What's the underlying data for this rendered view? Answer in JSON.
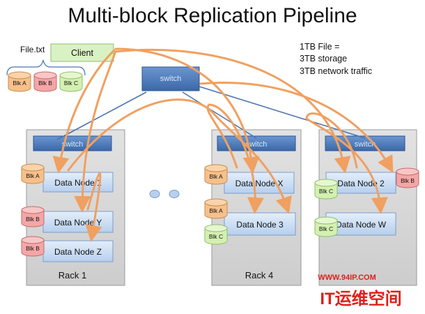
{
  "title": "Multi-block Replication Pipeline",
  "file_label": "File.txt",
  "client_label": "Client",
  "note_lines": [
    "1TB File =",
    "3TB storage",
    "3TB network traffic"
  ],
  "core_switch_label": "switch",
  "rack_switch_label": "switch",
  "file_blocks": [
    "Blk A",
    "Blk B",
    "Blk C"
  ],
  "racks": [
    {
      "name": "Rack 1",
      "nodes": [
        "Data Node 1",
        "Data Node Y",
        "Data Node Z"
      ],
      "blocks": [
        "Blk A",
        "Blk B",
        "Blk B"
      ]
    },
    {
      "name": "Rack 4",
      "nodes": [
        "Data Node X",
        "Data Node 3"
      ],
      "blocks": [
        "Blk A",
        "Blk A",
        "Blk C"
      ]
    },
    {
      "name": "",
      "nodes": [
        "Data Node 2",
        "Data Node W"
      ],
      "blocks": [
        "Blk C",
        "Blk B",
        "Blk C"
      ]
    }
  ],
  "watermark": {
    "url": "WWW.94IP.COM",
    "brand": "IT运维空间"
  },
  "colors": {
    "rack_fill": "#d9d9d9",
    "switch_fill": "#4f81bd",
    "node_fill": "#c6dbf3",
    "client_fill": "#d7f0c0",
    "arrow": "#f4a460",
    "link": "#4a74b5",
    "blk_orange": "#f7c08a",
    "blk_pink": "#f4a6a6",
    "blk_green": "#d4f0b0",
    "watermark_red": "#e0201b"
  }
}
